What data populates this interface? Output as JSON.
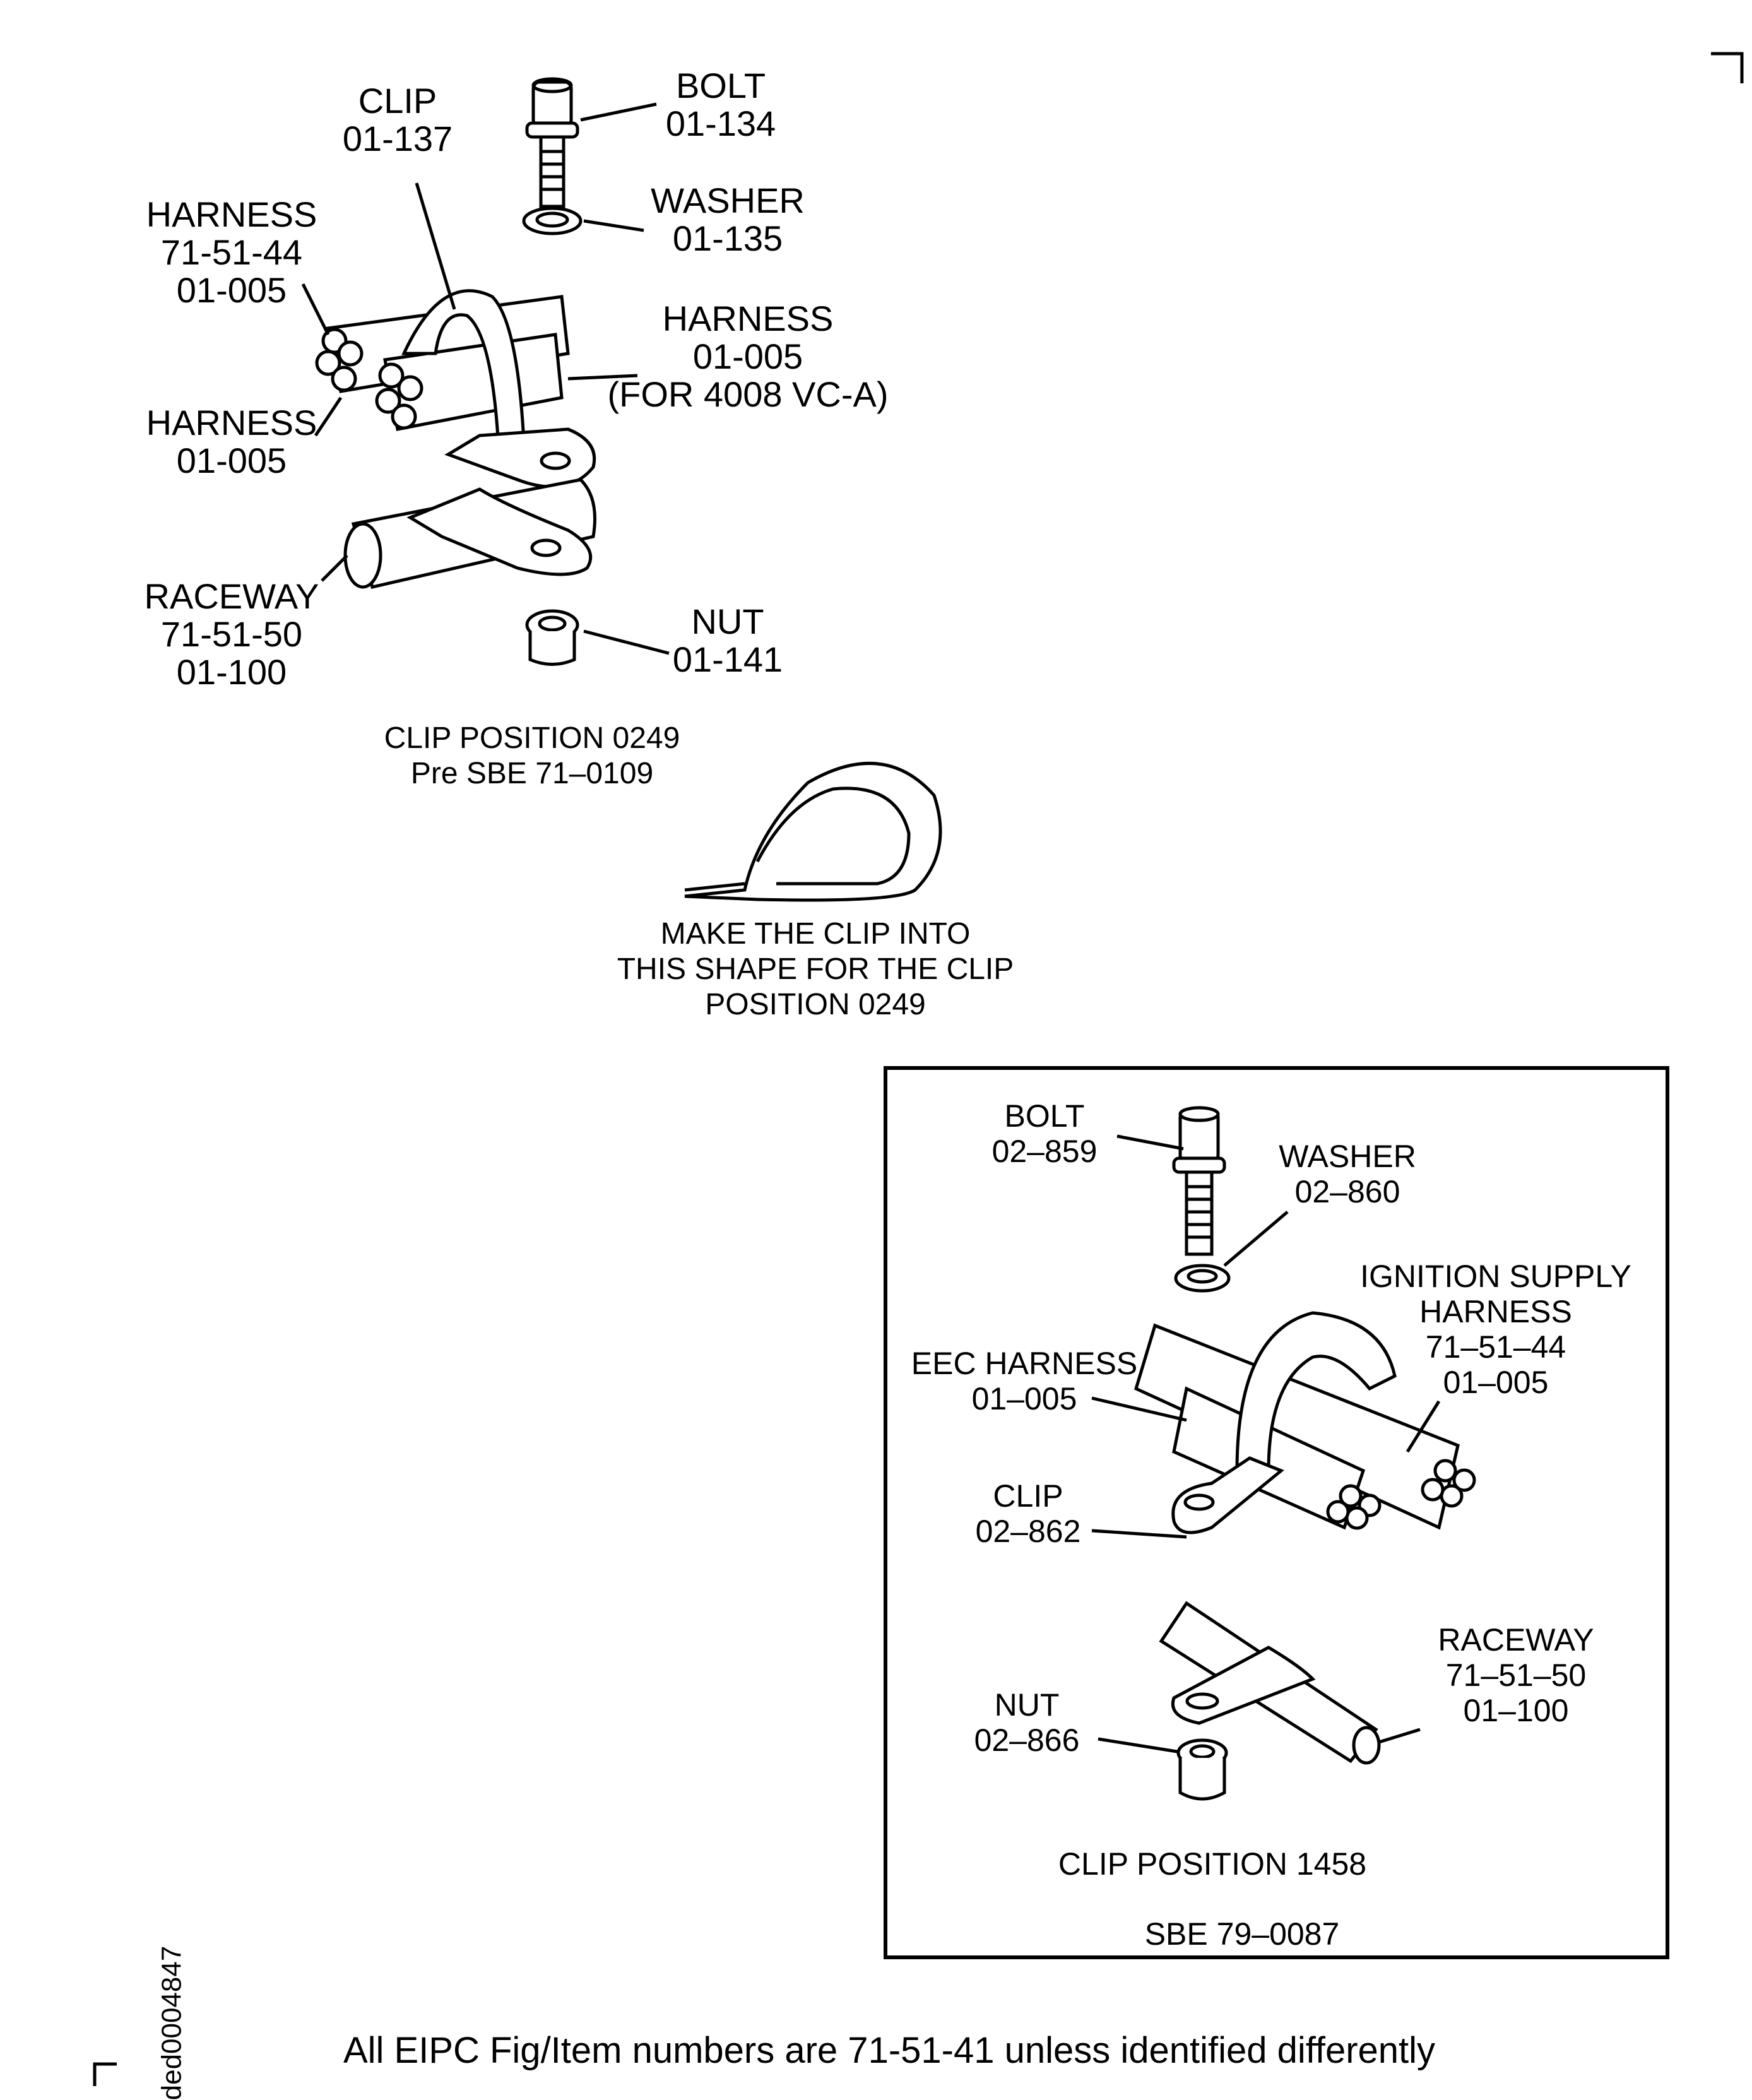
{
  "main_figure": {
    "clip": {
      "name": "CLIP",
      "item": "01-137"
    },
    "bolt": {
      "name": "BOLT",
      "item": "01-134"
    },
    "washer": {
      "name": "WASHER",
      "item": "01-135"
    },
    "harness_a": {
      "name": "HARNESS",
      "fig": "71-51-44",
      "item": "01-005"
    },
    "harness_b": {
      "name": "HARNESS",
      "item": "01-005",
      "note": "(FOR 4008 VC-A)"
    },
    "harness_c": {
      "name": "HARNESS",
      "item": "01-005"
    },
    "raceway": {
      "name": "RACEWAY",
      "fig": "71-51-50",
      "item": "01-100"
    },
    "nut": {
      "name": "NUT",
      "item": "01-141"
    },
    "caption_line1": "CLIP POSITION 0249",
    "caption_line2": "Pre SBE 71–0109"
  },
  "shape_note": {
    "line1": "MAKE THE CLIP INTO",
    "line2": "THIS SHAPE FOR THE CLIP",
    "line3": "POSITION 0249"
  },
  "inset_figure": {
    "bolt": {
      "name": "BOLT",
      "item": "02–859"
    },
    "washer": {
      "name": "WASHER",
      "item": "02–860"
    },
    "ignition_harness": {
      "name1": "IGNITION SUPPLY",
      "name2": "HARNESS",
      "fig": "71–51–44",
      "item": "01–005"
    },
    "eec_harness": {
      "name": "EEC HARNESS",
      "item": "01–005"
    },
    "clip": {
      "name": "CLIP",
      "item": "02–862"
    },
    "raceway": {
      "name": "RACEWAY",
      "fig": "71–51–50",
      "item": "01–100"
    },
    "nut": {
      "name": "NUT",
      "item": "02–866"
    },
    "caption": "CLIP POSITION 1458",
    "sbe": "SBE 79–0087"
  },
  "footer_note": "All EIPC Fig/Item numbers are 71-51-41 unless identified differently",
  "figure_id": "ded0004847"
}
